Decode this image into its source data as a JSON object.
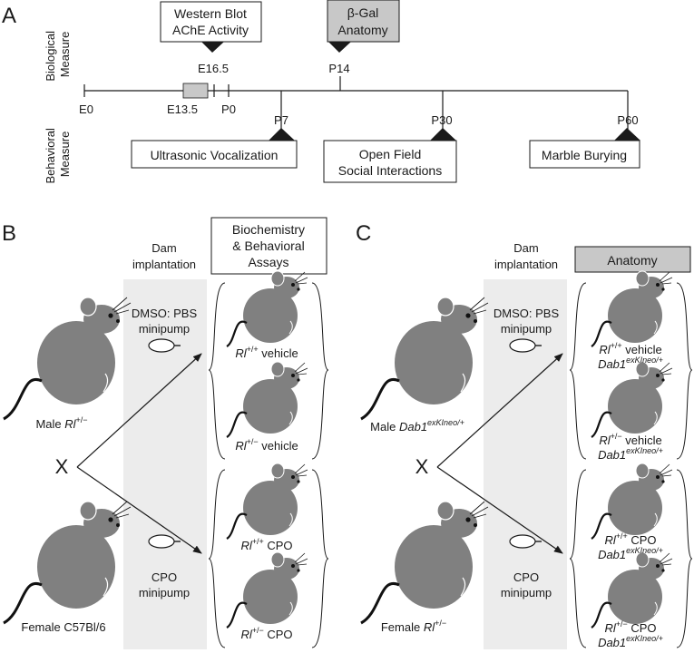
{
  "panel_a": {
    "label": "A",
    "biological_measure": [
      "Biological",
      "Measure"
    ],
    "behavioral_measure": [
      "Behavioral",
      "Measure"
    ],
    "time_labels": {
      "e0": "E0",
      "e13_5": "E13.5",
      "p0": "P0",
      "e16_5": "E16.5",
      "p14": "P14",
      "p7": "P7",
      "p30": "P30",
      "p60": "P60"
    },
    "boxes": {
      "western": [
        "Western Blot",
        "AChE Activity"
      ],
      "bgal": [
        "β-Gal",
        "Anatomy"
      ],
      "usv": "Ultrasonic Vocalization",
      "openfield": [
        "Open Field",
        "Social Interactions"
      ],
      "marble": "Marble Burying"
    }
  },
  "panel_b": {
    "label": "B",
    "header_dam": [
      "Dam",
      "implantation"
    ],
    "header_assays": [
      "Biochemistry",
      "& Behavioral",
      "Assays"
    ],
    "male": {
      "prefix": "Male ",
      "gene": "Rl",
      "sup": "+/−"
    },
    "female": "Female C57Bl/6",
    "cross": "X",
    "pump_vehicle": [
      "DMSO: PBS",
      "minipump"
    ],
    "pump_cpo": [
      "CPO",
      "minipump"
    ],
    "offspring": [
      {
        "gene": "Rl",
        "sup": "+/+",
        "tail": " vehicle"
      },
      {
        "gene": "Rl",
        "sup": "+/−",
        "tail": " vehicle"
      },
      {
        "gene": "Rl",
        "sup": "+/+",
        "tail": " CPO"
      },
      {
        "gene": "Rl",
        "sup": "+/−",
        "tail": " CPO"
      }
    ]
  },
  "panel_c": {
    "label": "C",
    "header_dam": [
      "Dam",
      "implantation"
    ],
    "header_anatomy": "Anatomy",
    "male": {
      "prefix": "Male ",
      "gene": "Dab1",
      "sup": "exKIneo/+"
    },
    "female": {
      "prefix": "Female ",
      "gene": "Rl",
      "sup": "+/−"
    },
    "cross": "X",
    "pump_vehicle": [
      "DMSO: PBS",
      "minipump"
    ],
    "pump_cpo": [
      "CPO",
      "minipump"
    ],
    "offspring": [
      {
        "gene": "Rl",
        "sup": "+/+",
        "tail": " vehicle",
        "gene2": "Dab1",
        "sup2": "exKIneo/+"
      },
      {
        "gene": "Rl",
        "sup": "+/−",
        "tail": " vehicle",
        "gene2": "Dab1",
        "sup2": "exKIneo/+"
      },
      {
        "gene": "Rl",
        "sup": "+/+",
        "tail": " CPO",
        "gene2": "Dab1",
        "sup2": "exKIneo/+"
      },
      {
        "gene": "Rl",
        "sup": "+/−",
        "tail": " CPO",
        "gene2": "Dab1",
        "sup2": "exKIneo/+"
      }
    ]
  },
  "colors": {
    "mouse": "#808080",
    "shade": "#ececec",
    "box_fill_gray": "#c8c8c8",
    "e13_bar": "#c8c8c8",
    "line": "#1a1a1a"
  }
}
